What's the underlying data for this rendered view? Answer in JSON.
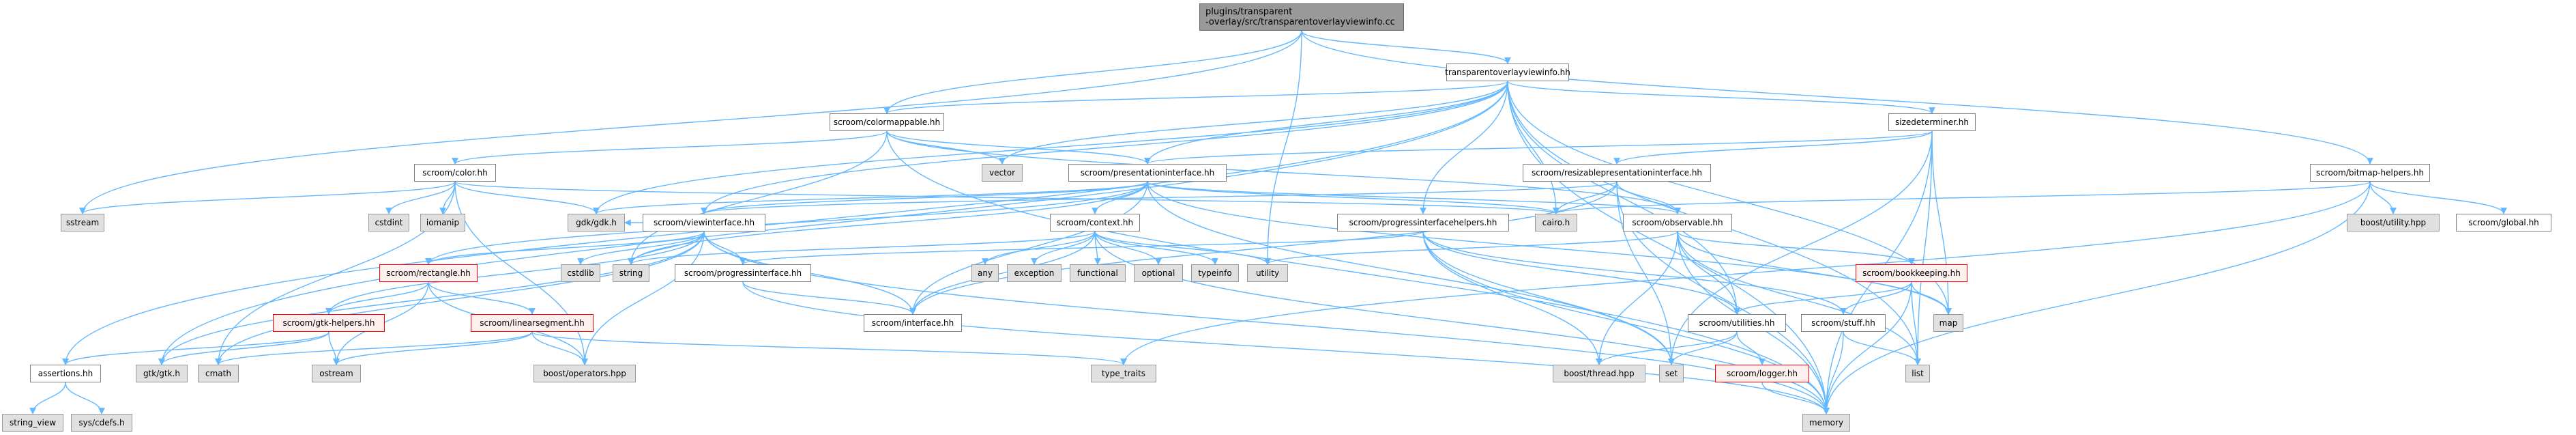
{
  "colors": {
    "edge": "#63b8ff",
    "root_fill": "#999999",
    "system_fill": "#e0e0e0",
    "truncated_border": "#ff0000",
    "truncated_fill": "#fff0f0"
  },
  "nodes": {
    "root": {
      "line1": "plugins/transparent",
      "line2": "-overlay/src/transparentoverlayviewinfo.cc"
    },
    "toviewinfo": "transparentoverlayviewinfo.hh",
    "colormappable": "scroom/colormappable.hh",
    "bitmaphelpers": "scroom/bitmap-helpers.hh",
    "sizedeterminer": "sizedeterminer.hh",
    "color": "scroom/color.hh",
    "vector": "vector",
    "presentationinterface": "scroom/presentationinterface.hh",
    "resizablepresentationinterface": "scroom/resizablepresentationinterface.hh",
    "sstream": "sstream",
    "cstdint": "cstdint",
    "iomanip": "iomanip",
    "gdk": "gdk/gdk.h",
    "viewinterface": "scroom/viewinterface.hh",
    "cairo": "cairo.h",
    "observable": "scroom/observable.hh",
    "progressinterfacehelpers": "scroom/progressinterfacehelpers.hh",
    "context": "scroom/context.hh",
    "boostutility": "boost/utility.hpp",
    "global": "scroom/global.hh",
    "cstdlib": "cstdlib",
    "string": "string",
    "progressinterface": "scroom/progressinterface.hh",
    "any": "any",
    "exception": "exception",
    "functional": "functional",
    "optional": "optional",
    "typeinfo": "typeinfo",
    "utility": "utility",
    "rectangle": "scroom/rectangle.hh",
    "bookkeeping": "scroom/bookkeeping.hh",
    "map": "map",
    "gtkhelpers": "scroom/gtk-helpers.hh",
    "linearsegment": "scroom/linearsegment.hh",
    "interface": "scroom/interface.hh",
    "utilities": "scroom/utilities.hh",
    "stuff": "scroom/stuff.hh",
    "list": "list",
    "assertions": "assertions.hh",
    "gtk": "gtk/gtk.h",
    "cmath": "cmath",
    "ostream": "ostream",
    "boostoperators": "boost/operators.hpp",
    "typetraits": "type_traits",
    "boostthread": "boost/thread.hpp",
    "set": "set",
    "logger": "scroom/logger.hh",
    "stringview": "string_view",
    "syscdefs": "sys/cdefs.h",
    "memory": "memory"
  },
  "edges": [
    [
      "root",
      "toviewinfo"
    ],
    [
      "root",
      "colormappable"
    ],
    [
      "root",
      "bitmaphelpers"
    ],
    [
      "root",
      "sstream"
    ],
    [
      "root",
      "utility"
    ],
    [
      "toviewinfo",
      "colormappable"
    ],
    [
      "toviewinfo",
      "presentationinterface"
    ],
    [
      "toviewinfo",
      "sizedeterminer"
    ],
    [
      "toviewinfo",
      "vector"
    ],
    [
      "toviewinfo",
      "gdk"
    ],
    [
      "toviewinfo",
      "viewinterface"
    ],
    [
      "toviewinfo",
      "cairo"
    ],
    [
      "toviewinfo",
      "progressinterfacehelpers"
    ],
    [
      "toviewinfo",
      "utilities"
    ],
    [
      "toviewinfo",
      "map"
    ],
    [
      "toviewinfo",
      "list"
    ],
    [
      "toviewinfo",
      "memory"
    ],
    [
      "toviewinfo",
      "gtk"
    ],
    [
      "toviewinfo",
      "assertions"
    ],
    [
      "colormappable",
      "color"
    ],
    [
      "colormappable",
      "vector"
    ],
    [
      "colormappable",
      "presentationinterface"
    ],
    [
      "colormappable",
      "observable"
    ],
    [
      "colormappable",
      "memory"
    ],
    [
      "colormappable",
      "string"
    ],
    [
      "color",
      "sstream"
    ],
    [
      "color",
      "cstdint"
    ],
    [
      "color",
      "iomanip"
    ],
    [
      "color",
      "gdk"
    ],
    [
      "color",
      "cairo"
    ],
    [
      "color",
      "cmath"
    ],
    [
      "color",
      "boostoperators"
    ],
    [
      "presentationinterface",
      "gdk"
    ],
    [
      "presentationinterface",
      "viewinterface"
    ],
    [
      "presentationinterface",
      "cairo"
    ],
    [
      "presentationinterface",
      "observable"
    ],
    [
      "presentationinterface",
      "context"
    ],
    [
      "presentationinterface",
      "rectangle"
    ],
    [
      "presentationinterface",
      "interface"
    ],
    [
      "presentationinterface",
      "set"
    ],
    [
      "presentationinterface",
      "map"
    ],
    [
      "presentationinterface",
      "string"
    ],
    [
      "sizedeterminer",
      "presentationinterface"
    ],
    [
      "sizedeterminer",
      "resizablepresentationinterface"
    ],
    [
      "sizedeterminer",
      "map"
    ],
    [
      "sizedeterminer",
      "list"
    ],
    [
      "sizedeterminer",
      "set"
    ],
    [
      "sizedeterminer",
      "memory"
    ],
    [
      "resizablepresentationinterface",
      "viewinterface"
    ],
    [
      "resizablepresentationinterface",
      "cairo"
    ],
    [
      "resizablepresentationinterface",
      "observable"
    ],
    [
      "resizablepresentationinterface",
      "memory"
    ],
    [
      "resizablepresentationinterface",
      "interface"
    ],
    [
      "resizablepresentationinterface",
      "set"
    ],
    [
      "bitmaphelpers",
      "boostutility"
    ],
    [
      "bitmaphelpers",
      "global"
    ],
    [
      "bitmaphelpers",
      "memory"
    ],
    [
      "bitmaphelpers",
      "cairo"
    ],
    [
      "bitmaphelpers",
      "typetraits"
    ],
    [
      "viewinterface",
      "gdk"
    ],
    [
      "viewinterface",
      "cstdlib"
    ],
    [
      "viewinterface",
      "string"
    ],
    [
      "viewinterface",
      "progressinterface"
    ],
    [
      "viewinterface",
      "rectangle"
    ],
    [
      "viewinterface",
      "gtkhelpers"
    ],
    [
      "viewinterface",
      "interface"
    ],
    [
      "viewinterface",
      "boostoperators"
    ],
    [
      "viewinterface",
      "cmath"
    ],
    [
      "viewinterface",
      "gtk"
    ],
    [
      "viewinterface",
      "memory"
    ],
    [
      "progressinterfacehelpers",
      "progressinterface"
    ],
    [
      "progressinterfacehelpers",
      "utilities"
    ],
    [
      "progressinterfacehelpers",
      "stuff"
    ],
    [
      "progressinterfacehelpers",
      "set"
    ],
    [
      "progressinterfacehelpers",
      "memory"
    ],
    [
      "progressinterfacehelpers",
      "boostthread"
    ],
    [
      "context",
      "any"
    ],
    [
      "context",
      "exception"
    ],
    [
      "context",
      "functional"
    ],
    [
      "context",
      "optional"
    ],
    [
      "context",
      "typeinfo"
    ],
    [
      "context",
      "utility"
    ],
    [
      "context",
      "string"
    ],
    [
      "context",
      "interface"
    ],
    [
      "context",
      "memory"
    ],
    [
      "progressinterface",
      "interface"
    ],
    [
      "progressinterface",
      "memory"
    ],
    [
      "observable",
      "bookkeeping"
    ],
    [
      "observable",
      "utilities"
    ],
    [
      "observable",
      "list"
    ],
    [
      "observable",
      "map"
    ],
    [
      "observable",
      "memory"
    ],
    [
      "observable",
      "boostthread"
    ],
    [
      "observable",
      "utility"
    ],
    [
      "bookkeeping",
      "utilities"
    ],
    [
      "bookkeeping",
      "stuff"
    ],
    [
      "bookkeeping",
      "map"
    ],
    [
      "bookkeeping",
      "list"
    ],
    [
      "bookkeeping",
      "memory"
    ],
    [
      "rectangle",
      "gtkhelpers"
    ],
    [
      "rectangle",
      "linearsegment"
    ],
    [
      "rectangle",
      "ostream"
    ],
    [
      "rectangle",
      "boostoperators"
    ],
    [
      "gtkhelpers",
      "assertions"
    ],
    [
      "gtkhelpers",
      "gtk"
    ],
    [
      "gtkhelpers",
      "ostream"
    ],
    [
      "linearsegment",
      "cmath"
    ],
    [
      "linearsegment",
      "ostream"
    ],
    [
      "linearsegment",
      "boostoperators"
    ],
    [
      "linearsegment",
      "typetraits"
    ],
    [
      "utilities",
      "set"
    ],
    [
      "utilities",
      "logger"
    ],
    [
      "utilities",
      "boostthread"
    ],
    [
      "stuff",
      "memory"
    ],
    [
      "stuff",
      "list"
    ],
    [
      "logger",
      "memory"
    ],
    [
      "assertions",
      "stringview"
    ],
    [
      "assertions",
      "syscdefs"
    ]
  ]
}
